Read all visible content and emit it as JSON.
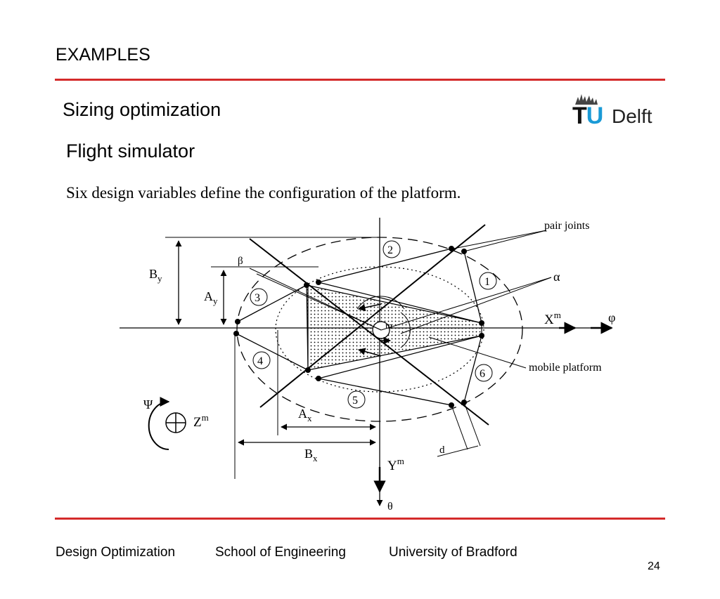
{
  "slide": {
    "section_title": "EXAMPLES",
    "title": "Sizing optimization",
    "subtitle": "Flight simulator",
    "description": "Six design variables define the configuration of the platform.",
    "accent_color": "#d42a2a"
  },
  "logo": {
    "letters_tu_t": "T",
    "letters_tu_u": "U",
    "letters_delft": "Delft",
    "tu_blue": "#1a9ad6"
  },
  "diagram": {
    "labels": {
      "pair_joints": "pair joints",
      "mobile_platform": "mobile platform",
      "alpha": "α",
      "beta": "β",
      "phi": "φ",
      "theta": "θ",
      "psi": "Ψ",
      "d": "d",
      "by": "B",
      "by_sub": "y",
      "ay": "A",
      "ay_sub": "y",
      "ax": "A",
      "ax_sub": "x",
      "bx": "B",
      "bx_sub": "x",
      "xm": "X",
      "ym": "Y",
      "zm": "Z",
      "m_sup": "m",
      "origin": "m",
      "joint_1": "1",
      "joint_2": "2",
      "joint_3": "3",
      "joint_4": "4",
      "joint_5": "5",
      "joint_6": "6"
    }
  },
  "footer": {
    "course": "Design Optimization",
    "school": "School of Engineering",
    "university": "University of Bradford",
    "page_number": "24"
  }
}
